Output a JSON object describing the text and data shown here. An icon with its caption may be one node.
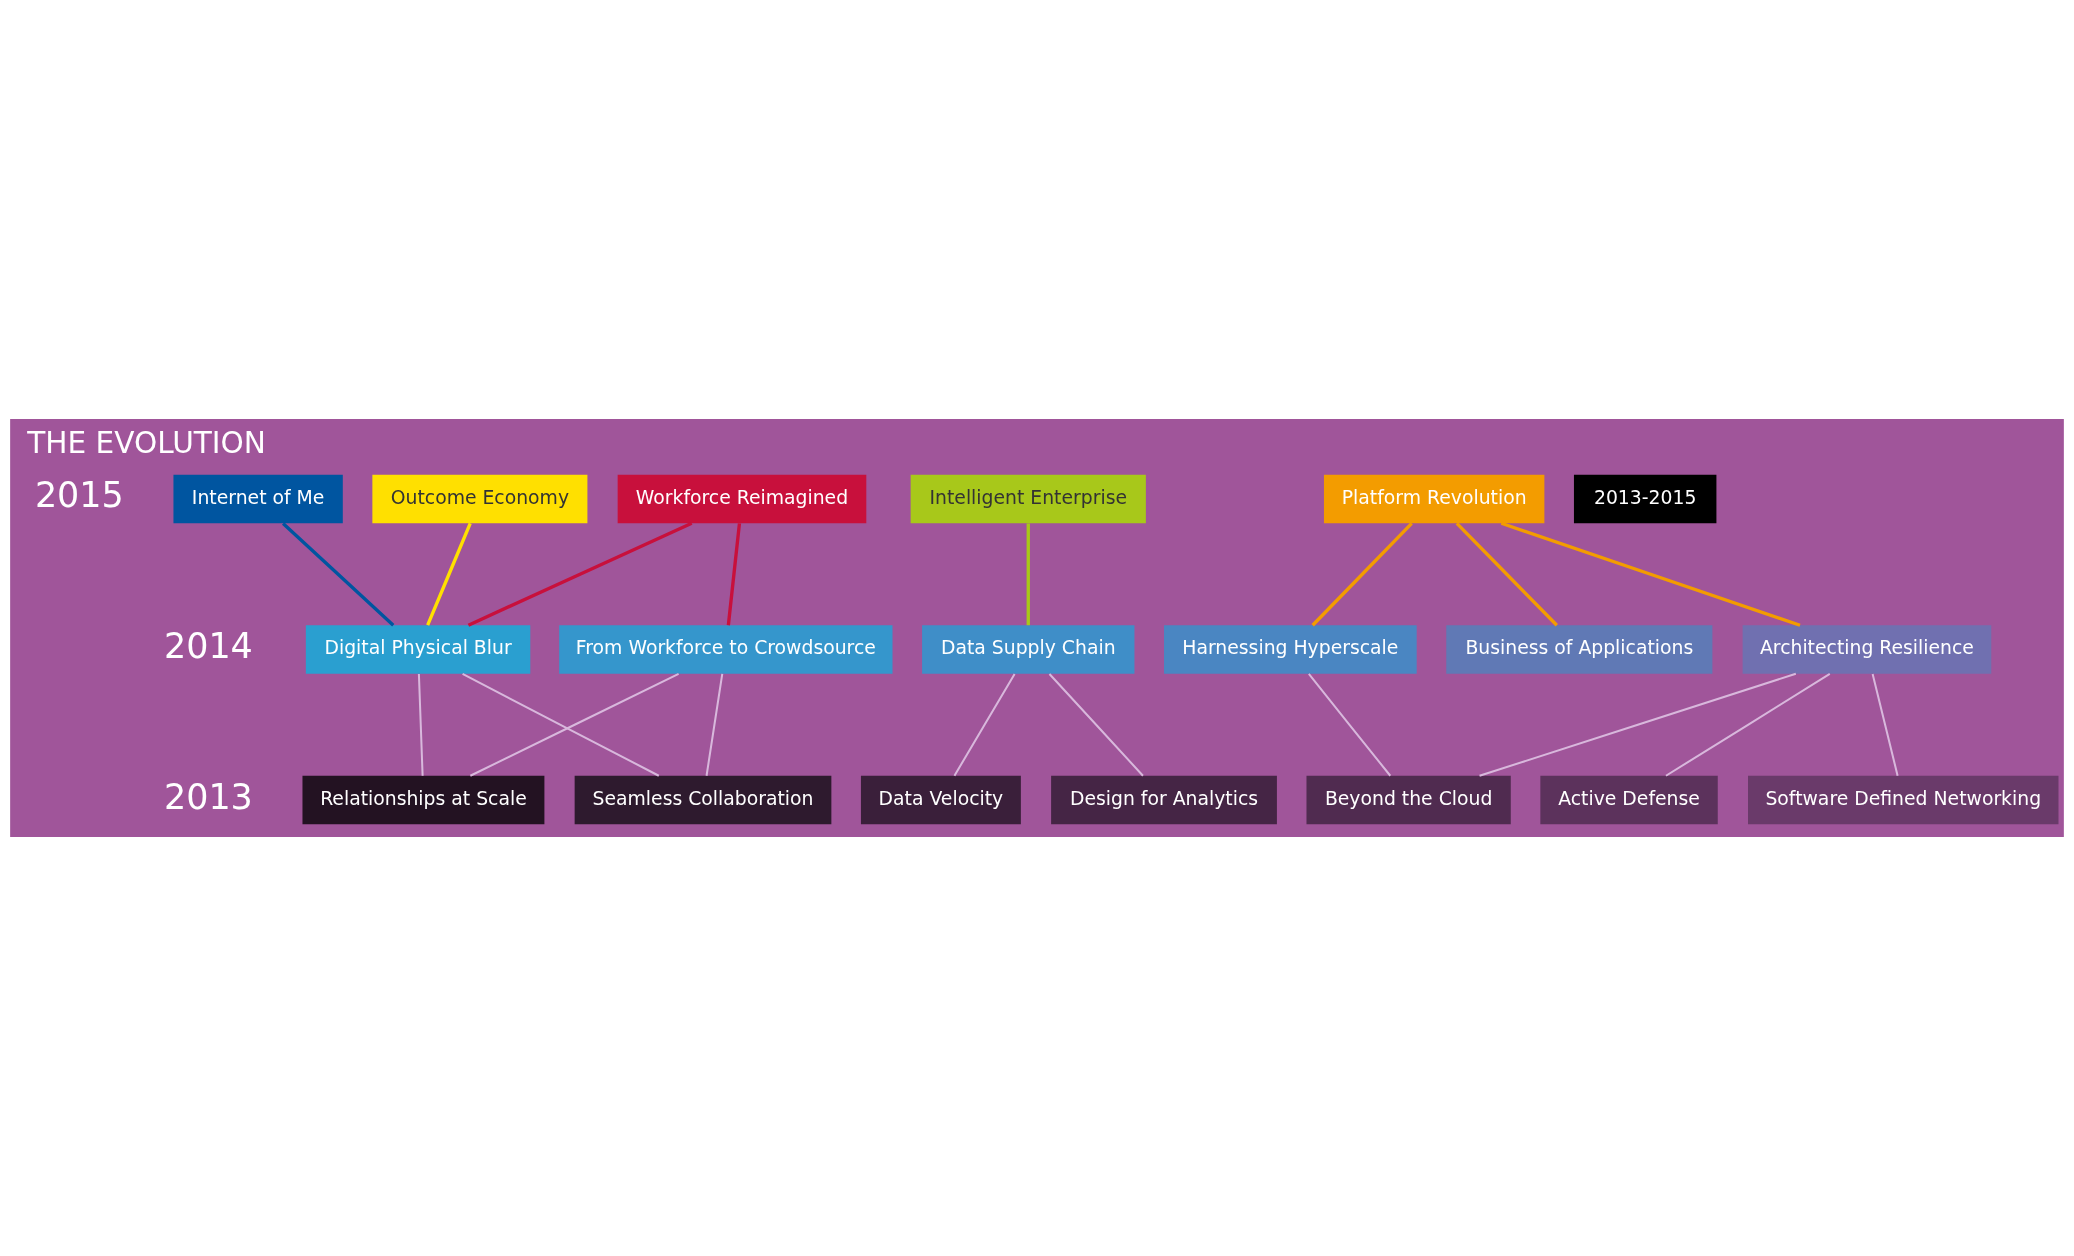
{
  "diagram": {
    "title": "THE EVOLUTION",
    "nodes": [
      {
        "text": [
          "Internet of Me"
        ]
      },
      {
        "text": [
          "Outcome Economy"
        ]
      },
      {
        "text": [
          "Workforce Reimagined"
        ]
      },
      {
        "text": [
          "Intelligent Enterprise"
        ]
      },
      {
        "text": [
          "Platform Revolution"
        ]
      },
      {
        "text": [
          "Digital Physical Blur"
        ]
      },
      {
        "text": [
          "From Workforce to Crowdsource"
        ]
      },
      {
        "text": [
          "Data Supply Chain"
        ]
      },
      {
        "text": [
          "Harnessing Hyperscale"
        ]
      },
      {
        "text": [
          "Business of Applications"
        ]
      },
      {
        "text": [
          "Architecting Resilience"
        ]
      },
      {
        "text": [
          "Relationships at Scale"
        ]
      },
      {
        "text": [
          "Seamless Collaboration"
        ]
      },
      {
        "text": [
          "Data Velocity"
        ]
      },
      {
        "text": [
          "Design for Analytics"
        ]
      },
      {
        "text": [
          "Beyond the Cloud"
        ]
      },
      {
        "text": [
          "Active Defense"
        ]
      },
      {
        "text": [
          "Software Defined Networking"
        ]
      }
    ],
    "edges": [
      {
        "from": 0,
        "to": 5,
        "arrow": "none",
        "color": "#0055a0"
      },
      {
        "from": 1,
        "to": 5,
        "arrow": "none",
        "color": "#ffe000"
      },
      {
        "from": 2,
        "to": 5,
        "arrow": "none",
        "color": "#c8103c"
      },
      {
        "from": 2,
        "to": 6,
        "arrow": "none",
        "color": "#c8103c"
      },
      {
        "from": 3,
        "to": 7,
        "arrow": "none",
        "color": "#a8c81a"
      },
      {
        "from": 4,
        "to": 8,
        "arrow": "none",
        "color": "#f39c00"
      },
      {
        "from": 4,
        "to": 9,
        "arrow": "none",
        "color": "#f39c00"
      },
      {
        "from": 4,
        "to": 10,
        "arrow": "none",
        "color": "#f39c00"
      },
      {
        "from": 5,
        "to": 11,
        "arrow": "none"
      },
      {
        "from": 5,
        "to": 12,
        "arrow": "none"
      },
      {
        "from": 6,
        "to": 11,
        "arrow": "none"
      },
      {
        "from": 6,
        "to": 12,
        "arrow": "none"
      },
      {
        "from": 7,
        "to": 13,
        "arrow": "none"
      },
      {
        "from": 7,
        "to": 14,
        "arrow": "none"
      },
      {
        "from": 8,
        "to": 15,
        "arrow": "none"
      },
      {
        "from": 10,
        "to": 15,
        "arrow": "none"
      },
      {
        "from": 10,
        "to": 16,
        "arrow": "none"
      },
      {
        "from": 10,
        "to": 17,
        "arrow": "none"
      }
    ],
    "labels": [
      "2013-2015",
      "2015",
      "2014",
      "2013"
    ]
  }
}
